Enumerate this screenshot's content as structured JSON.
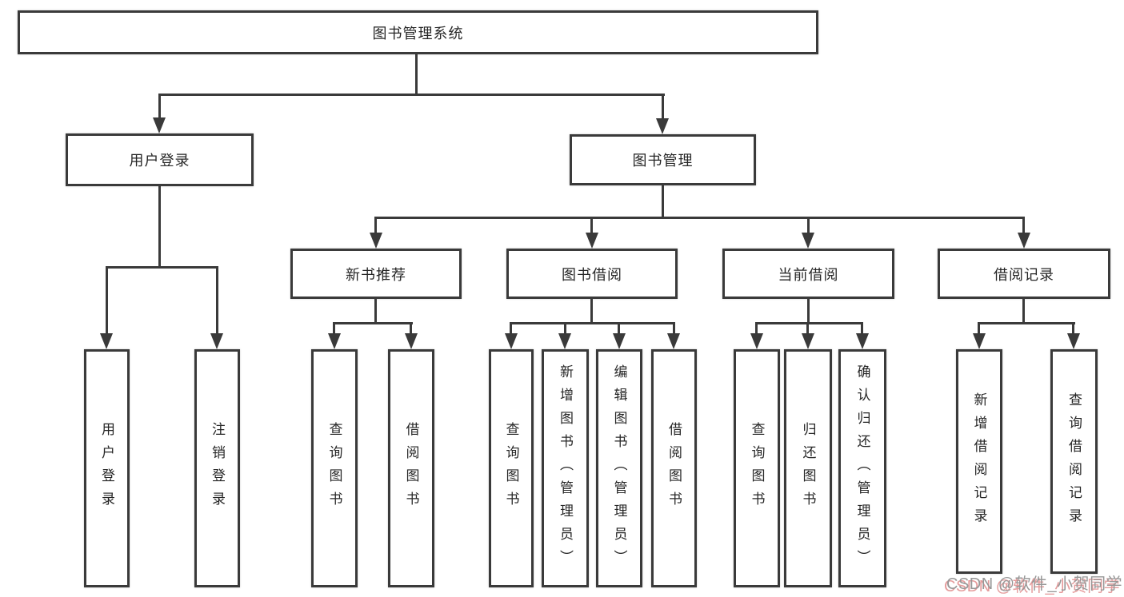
{
  "tree": {
    "label": "图书管理系统",
    "children": [
      {
        "label": "用户登录",
        "children": [
          {
            "label": "用户登录"
          },
          {
            "label": "注销登录"
          }
        ]
      },
      {
        "label": "图书管理",
        "children": [
          {
            "label": "新书推荐",
            "children": [
              {
                "label": "查询图书"
              },
              {
                "label": "借阅图书"
              }
            ]
          },
          {
            "label": "图书借阅",
            "children": [
              {
                "label": "查询图书"
              },
              {
                "label": "新增图书（管理员）"
              },
              {
                "label": "编辑图书（管理员）"
              },
              {
                "label": "借阅图书"
              }
            ]
          },
          {
            "label": "当前借阅",
            "children": [
              {
                "label": "查询图书"
              },
              {
                "label": "归还图书"
              },
              {
                "label": "确认归还（管理员）"
              }
            ]
          },
          {
            "label": "借阅记录",
            "children": [
              {
                "label": "新增借阅记录"
              },
              {
                "label": "查询借阅记录"
              }
            ]
          }
        ]
      }
    ]
  },
  "watermark": {
    "text": "CSDN @软件_小贺同学"
  },
  "colors": {
    "line": "#3a3a3a",
    "text": "#262626",
    "background": "#ffffff",
    "watermark_gray": "#979797",
    "watermark_red": "#de8282"
  }
}
